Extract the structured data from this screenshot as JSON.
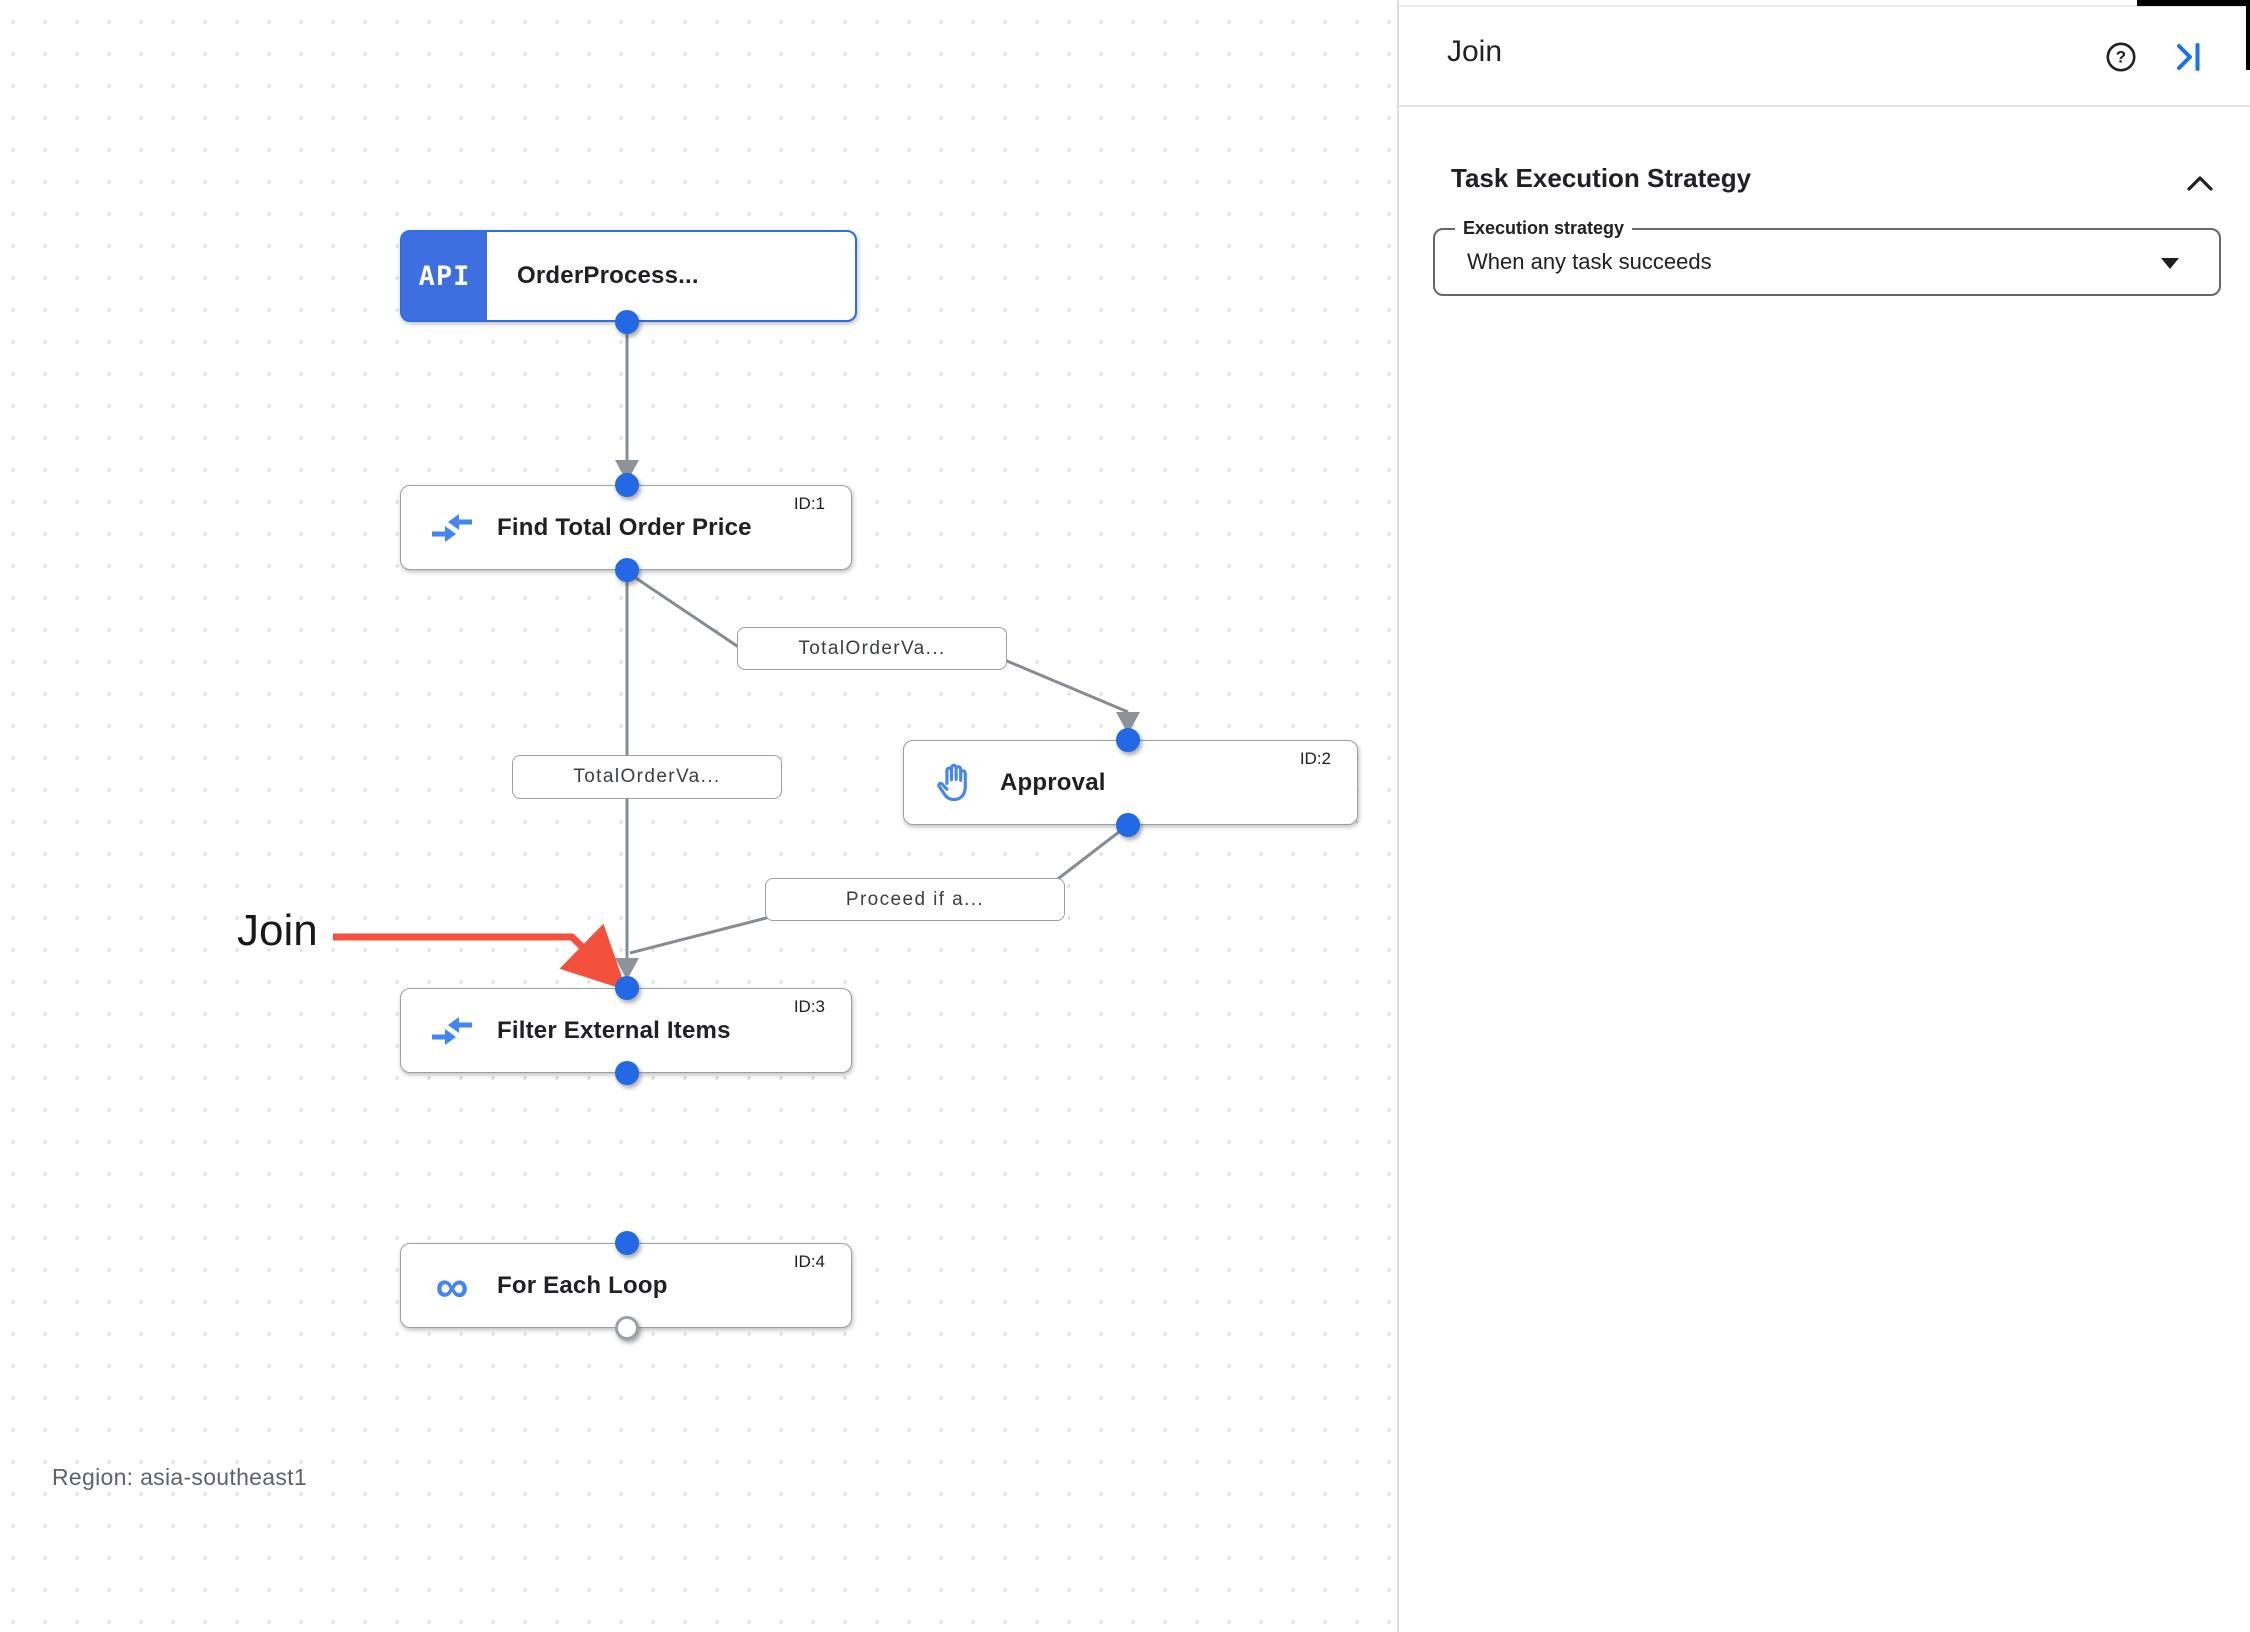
{
  "panel": {
    "title": "Join",
    "help_icon": "help-circle",
    "collapse_icon": "skip-to-end",
    "section": {
      "title": "Task Execution Strategy",
      "field_label": "Execution strategy",
      "field_value": "When any task succeeds"
    }
  },
  "canvas": {
    "region_label": "Region: asia-southeast1",
    "annotation": {
      "label": "Join",
      "color": "#f4513c"
    },
    "nodes": [
      {
        "badge": "API",
        "title": "OrderProcess...",
        "id_label": "",
        "icon": "api-trigger"
      },
      {
        "title": "Find Total Order Price",
        "id_label": "ID:1",
        "icon": "data-mapping"
      },
      {
        "title": "Approval",
        "id_label": "ID:2",
        "icon": "approval-hand"
      },
      {
        "title": "Filter External Items",
        "id_label": "ID:3",
        "icon": "data-mapping"
      },
      {
        "title": "For Each Loop",
        "id_label": "ID:4",
        "icon": "for-each-loop"
      }
    ],
    "edge_labels": [
      "TotalOrderVa...",
      "TotalOrderVa...",
      "Proceed if a..."
    ]
  },
  "icons": {
    "infinity": "∞",
    "question_mark": "?"
  },
  "colors": {
    "accent_blue": "#1a73e8",
    "icon_blue": "#4285f4",
    "trigger_badge_blue": "#3d6fe0",
    "edge_gray": "#878c91",
    "annotation_red": "#f4513c"
  }
}
